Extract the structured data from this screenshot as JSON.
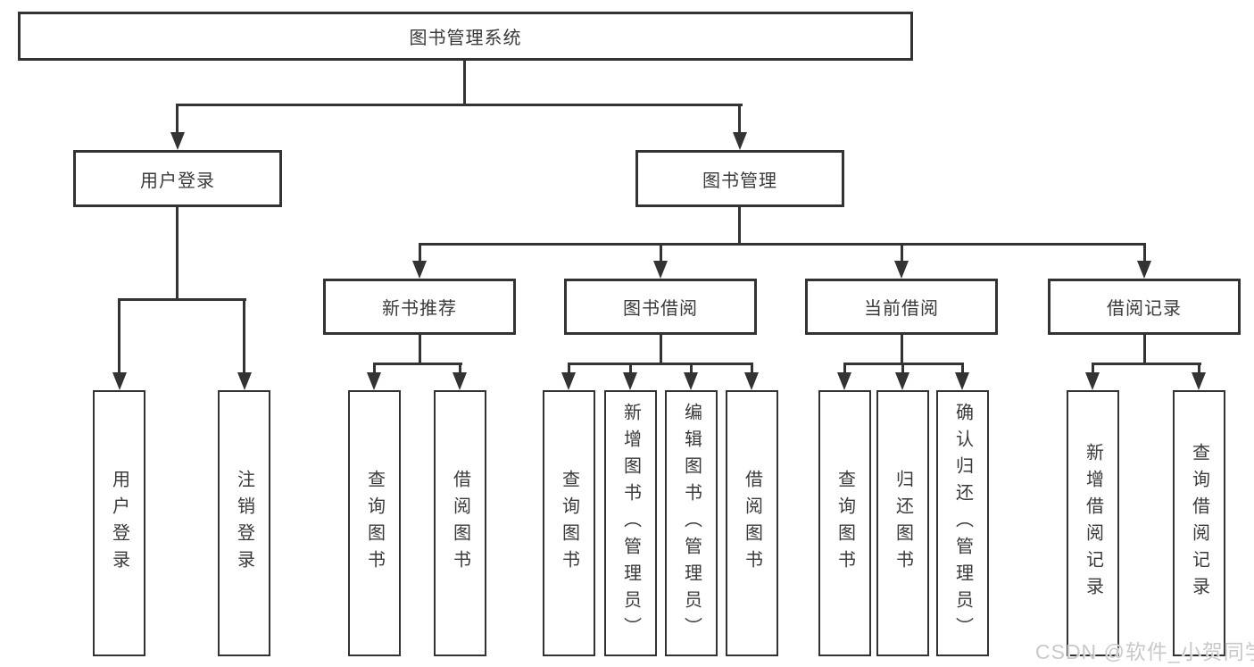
{
  "diagram_type": "hierarchy-tree",
  "colors": {
    "line": "#333333",
    "text": "#3a3a3a",
    "background": "#ffffff",
    "watermark": "#c9c9c9"
  },
  "watermark": "CSDN @软件_小贺同学",
  "tree": {
    "label": "图书管理系统",
    "children": [
      {
        "label": "用户登录",
        "children": [
          {
            "label": "用户登录"
          },
          {
            "label": "注销登录"
          }
        ]
      },
      {
        "label": "图书管理",
        "children": [
          {
            "label": "新书推荐",
            "children": [
              {
                "label": "查询图书"
              },
              {
                "label": "借阅图书"
              }
            ]
          },
          {
            "label": "图书借阅",
            "children": [
              {
                "label": "查询图书"
              },
              {
                "label": "新增图书（管理员）"
              },
              {
                "label": "编辑图书（管理员）"
              },
              {
                "label": "借阅图书"
              }
            ]
          },
          {
            "label": "当前借阅",
            "children": [
              {
                "label": "查询图书"
              },
              {
                "label": "归还图书"
              },
              {
                "label": "确认归还（管理员）"
              }
            ]
          },
          {
            "label": "借阅记录",
            "children": [
              {
                "label": "新增借阅记录"
              },
              {
                "label": "查询借阅记录"
              }
            ]
          }
        ]
      }
    ]
  }
}
